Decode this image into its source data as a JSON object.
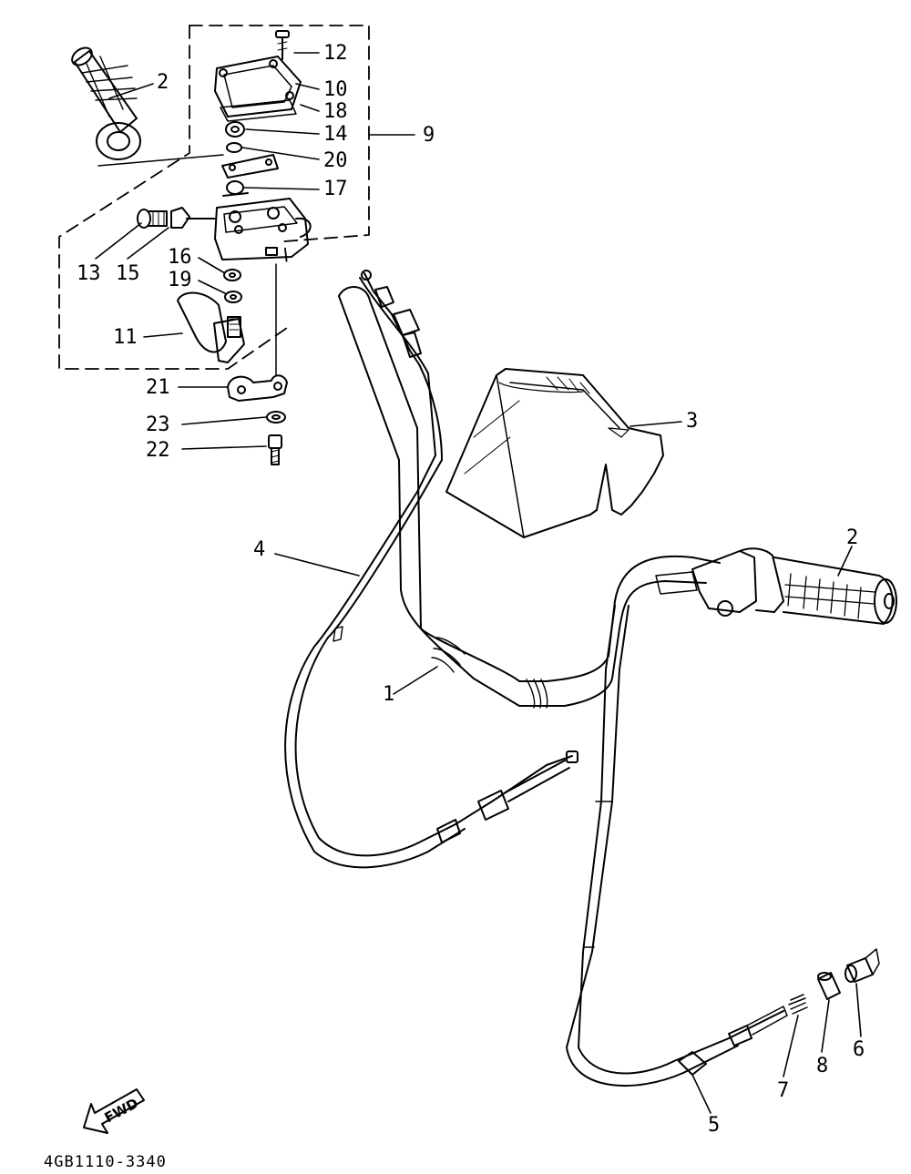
{
  "diagram": {
    "part_code": "4GB1110-3340",
    "fwd_arrow_label": "FWD",
    "callouts": {
      "c1": "1",
      "c2a": "2",
      "c2b": "2",
      "c3": "3",
      "c4": "4",
      "c5": "5",
      "c6": "6",
      "c7": "7",
      "c8": "8",
      "c9": "9",
      "c10": "10",
      "c11": "11",
      "c12": "12",
      "c13": "13",
      "c14": "14",
      "c15": "15",
      "c16": "16",
      "c17": "17",
      "c18": "18",
      "c19": "19",
      "c20": "20",
      "c21": "21",
      "c22": "22",
      "c23": "23"
    }
  },
  "colors": {
    "ink": "#000000",
    "paper": "#ffffff"
  }
}
